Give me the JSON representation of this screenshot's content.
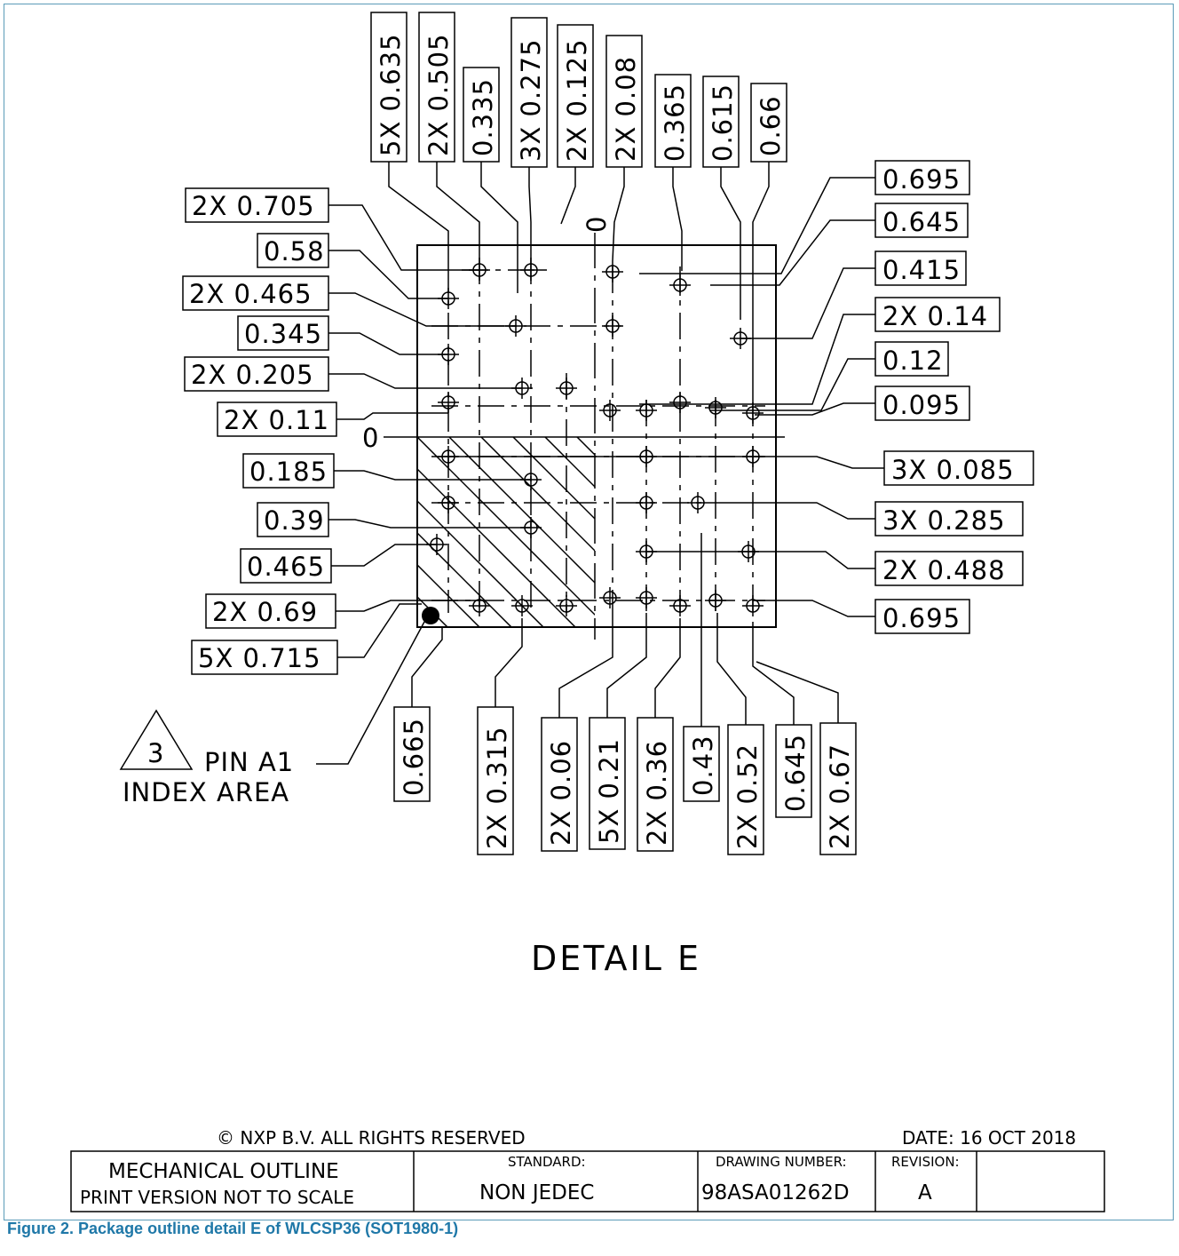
{
  "detail_title": "DETAIL E",
  "pin_note": {
    "number": "3",
    "line1": "PIN A1",
    "line2": "INDEX AREA"
  },
  "zero_labels": [
    "0",
    "0"
  ],
  "top_dims": [
    "5X 0.635",
    "2X 0.505",
    "0.335",
    "3X 0.275",
    "2X 0.125",
    "2X 0.08",
    "0.365",
    "0.615",
    "0.66"
  ],
  "left_dims": [
    "2X 0.705",
    "0.58",
    "2X 0.465",
    "0.345",
    "2X 0.205",
    "2X 0.11",
    "0.185",
    "0.39",
    "0.465",
    "2X 0.69",
    "5X 0.715"
  ],
  "right_dims": [
    "0.695",
    "0.645",
    "0.415",
    "2X 0.14",
    "0.12",
    "0.095",
    "3X 0.085",
    "3X 0.285",
    "2X 0.488",
    "0.695"
  ],
  "bottom_dims": [
    "0.665",
    "2X 0.315",
    "2X 0.06",
    "5X 0.21",
    "2X 0.36",
    "0.43",
    "2X 0.52",
    "0.645",
    "2X 0.67"
  ],
  "title_block": {
    "copyright": "© NXP B.V. ALL RIGHTS RESERVED",
    "date": "DATE: 16 OCT 2018",
    "title_line1": "MECHANICAL OUTLINE",
    "title_line2": "PRINT VERSION NOT TO SCALE",
    "standard_label": "STANDARD:",
    "standard_value": "NON JEDEC",
    "drawing_number_label": "DRAWING NUMBER:",
    "drawing_number_value": "98ASA01262D",
    "revision_label": "REVISION:",
    "revision_value": "A"
  },
  "caption": "Figure 2.  Package outline detail E of WLCSP36 (SOT1980-1)"
}
